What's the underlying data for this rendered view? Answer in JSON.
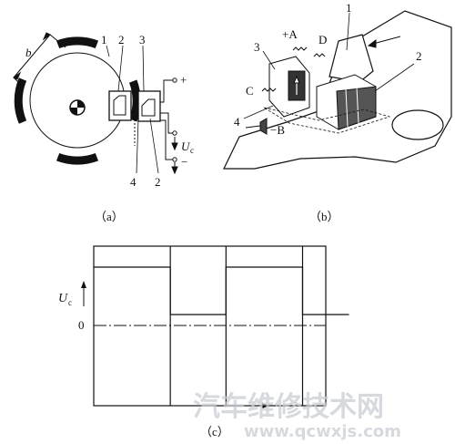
{
  "panel_a": {
    "caption": "（a）",
    "labels": {
      "b": "b",
      "n1": "1",
      "n2": "2",
      "n3": "3",
      "n4": "4",
      "n2b": "2",
      "plus": "+",
      "uc_u": "U",
      "uc_sub": "c",
      "minus": "−"
    }
  },
  "panel_b": {
    "caption": "（b）",
    "labels": {
      "plusA": "+A",
      "D": "D",
      "n1": "1",
      "n2": "2",
      "n3": "3",
      "n4": "4",
      "C": "C",
      "minusB": "−B"
    }
  },
  "panel_c": {
    "caption": "（c）",
    "labels": {
      "uc_u": "U",
      "uc_sub": "c",
      "zero": "0"
    },
    "waveform": {
      "levels": [
        "high",
        "low",
        "high",
        "low"
      ],
      "fractions": [
        0.33,
        0.24,
        0.33,
        0.2
      ]
    }
  },
  "watermark": {
    "text": "汽车维修技术网",
    "url": "www.qcwxjs.com"
  }
}
